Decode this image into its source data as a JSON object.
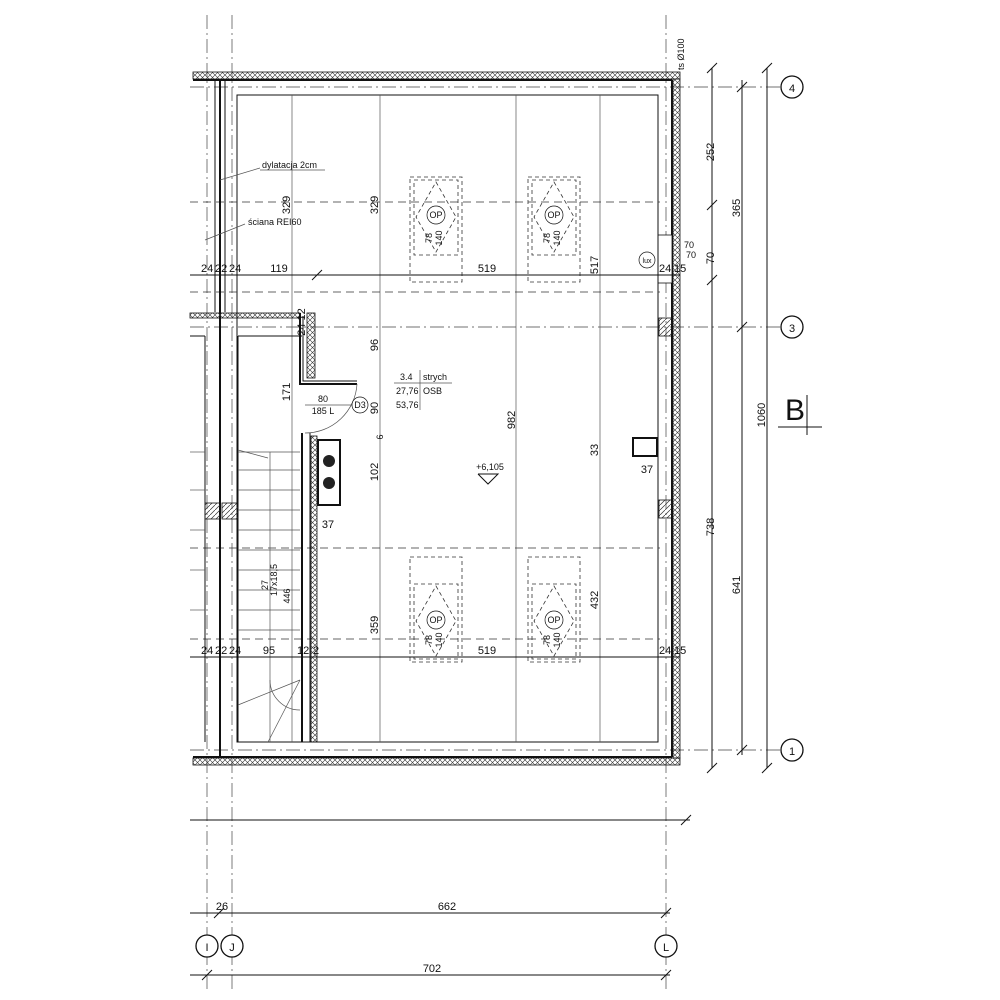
{
  "drawing": {
    "section_mark": "B",
    "axes": {
      "row_4": "4",
      "row_3": "3",
      "row_1": "1",
      "col_i": "I",
      "col_j": "J",
      "col_l": "L"
    },
    "notes": {
      "pipe": "ts Ø100",
      "dilatation": "dylatacja 2cm",
      "wall": "ściana REI60",
      "lux": "lux",
      "door_tag": "D3",
      "level": "+6,105"
    },
    "room": {
      "number": "3.4",
      "name": "strych",
      "area": "27,76",
      "floor": "OSB",
      "volume": "53,76"
    },
    "door": {
      "width": "80",
      "height": "185 L"
    },
    "stairs": {
      "steps": "27",
      "step_size": "17x18,5",
      "length": "446"
    },
    "skylight": {
      "tag": "OP",
      "w": "78",
      "h": "140"
    },
    "dims": {
      "d252": "252",
      "d365": "365",
      "d70r": "70",
      "d1060": "1060",
      "d738": "738",
      "d641": "641",
      "d329a": "329",
      "d329b": "329",
      "d24a": "24",
      "d22a": "22",
      "d24b": "24",
      "d119": "119",
      "d519a": "519",
      "d517": "517",
      "d24c": "24",
      "d15a": "15",
      "d70a": "70",
      "d70b": "70",
      "d2412": "24 12",
      "d96": "96",
      "d171": "171",
      "d90": "90",
      "d6": "6",
      "d982": "982",
      "d33": "33",
      "d37a": "37",
      "d102": "102",
      "d37b": "37",
      "d359": "359",
      "d432": "432",
      "d519b": "519",
      "d24d": "24",
      "d15b": "15",
      "d24e": "24",
      "d22b": "22",
      "d24f": "24",
      "d95": "95",
      "d12": "12",
      "d2": "2",
      "d26": "26",
      "d662": "662",
      "d702": "702"
    }
  }
}
